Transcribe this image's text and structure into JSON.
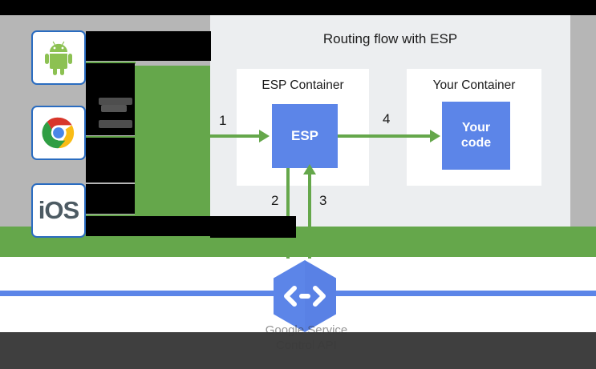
{
  "panel": {
    "title": "Routing flow with ESP",
    "esp_container_label": "ESP Container",
    "your_container_label": "Your Container",
    "esp_box_label": "ESP",
    "your_code_label_line1": "Your",
    "your_code_label_line2": "code"
  },
  "steps": {
    "one": "1",
    "two": "2",
    "three": "3",
    "four": "4"
  },
  "clients": {
    "android_name": "android-icon",
    "chrome_name": "chrome-icon",
    "ios_label": "iOS"
  },
  "footer": {
    "caption_line1": "Google Service",
    "caption_line2": "Control API",
    "logo_name": "google-endpoints-hexagon-icon"
  },
  "colors": {
    "green": "#65a74b",
    "blue": "#5c85e8",
    "panel_bg": "#eceef0",
    "gray_field": "#b6b6b6",
    "card_border": "#2a6cc0",
    "dark_footer": "#3f3f3f",
    "black": "#000000"
  }
}
